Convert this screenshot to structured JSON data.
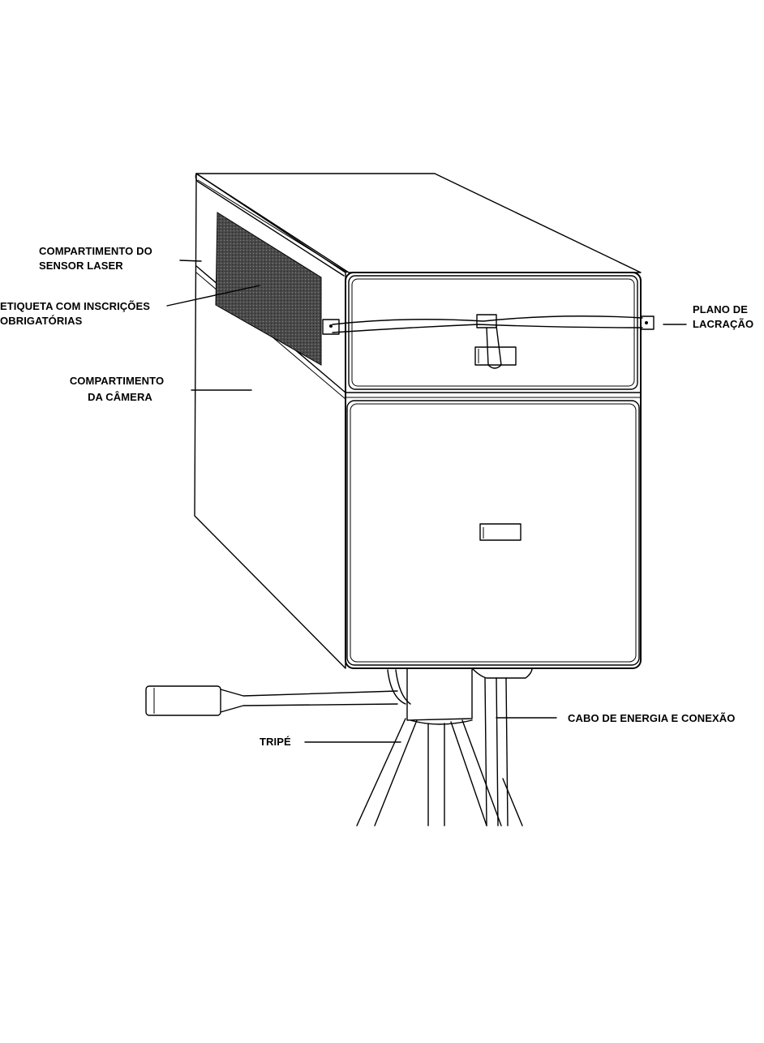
{
  "labels": {
    "sensor_compartment": [
      "COMPARTIMENTO DO",
      "SENSOR LASER"
    ],
    "label_plate": [
      "ETIQUETA COM INSCRIÇÕES",
      "OBRIGATÓRIAS"
    ],
    "camera_compartment": [
      "COMPARTIMENTO",
      "DA CÂMERA"
    ],
    "seal_plane": [
      "PLANO DE",
      "LACRAÇÃO"
    ],
    "power_cable": "CABO DE ENERGIA E CONEXÃO",
    "tripod": "TRIPÉ"
  },
  "colors": {
    "line": "#000000",
    "background": "#ffffff",
    "label_panel": "#3a3a3a"
  }
}
